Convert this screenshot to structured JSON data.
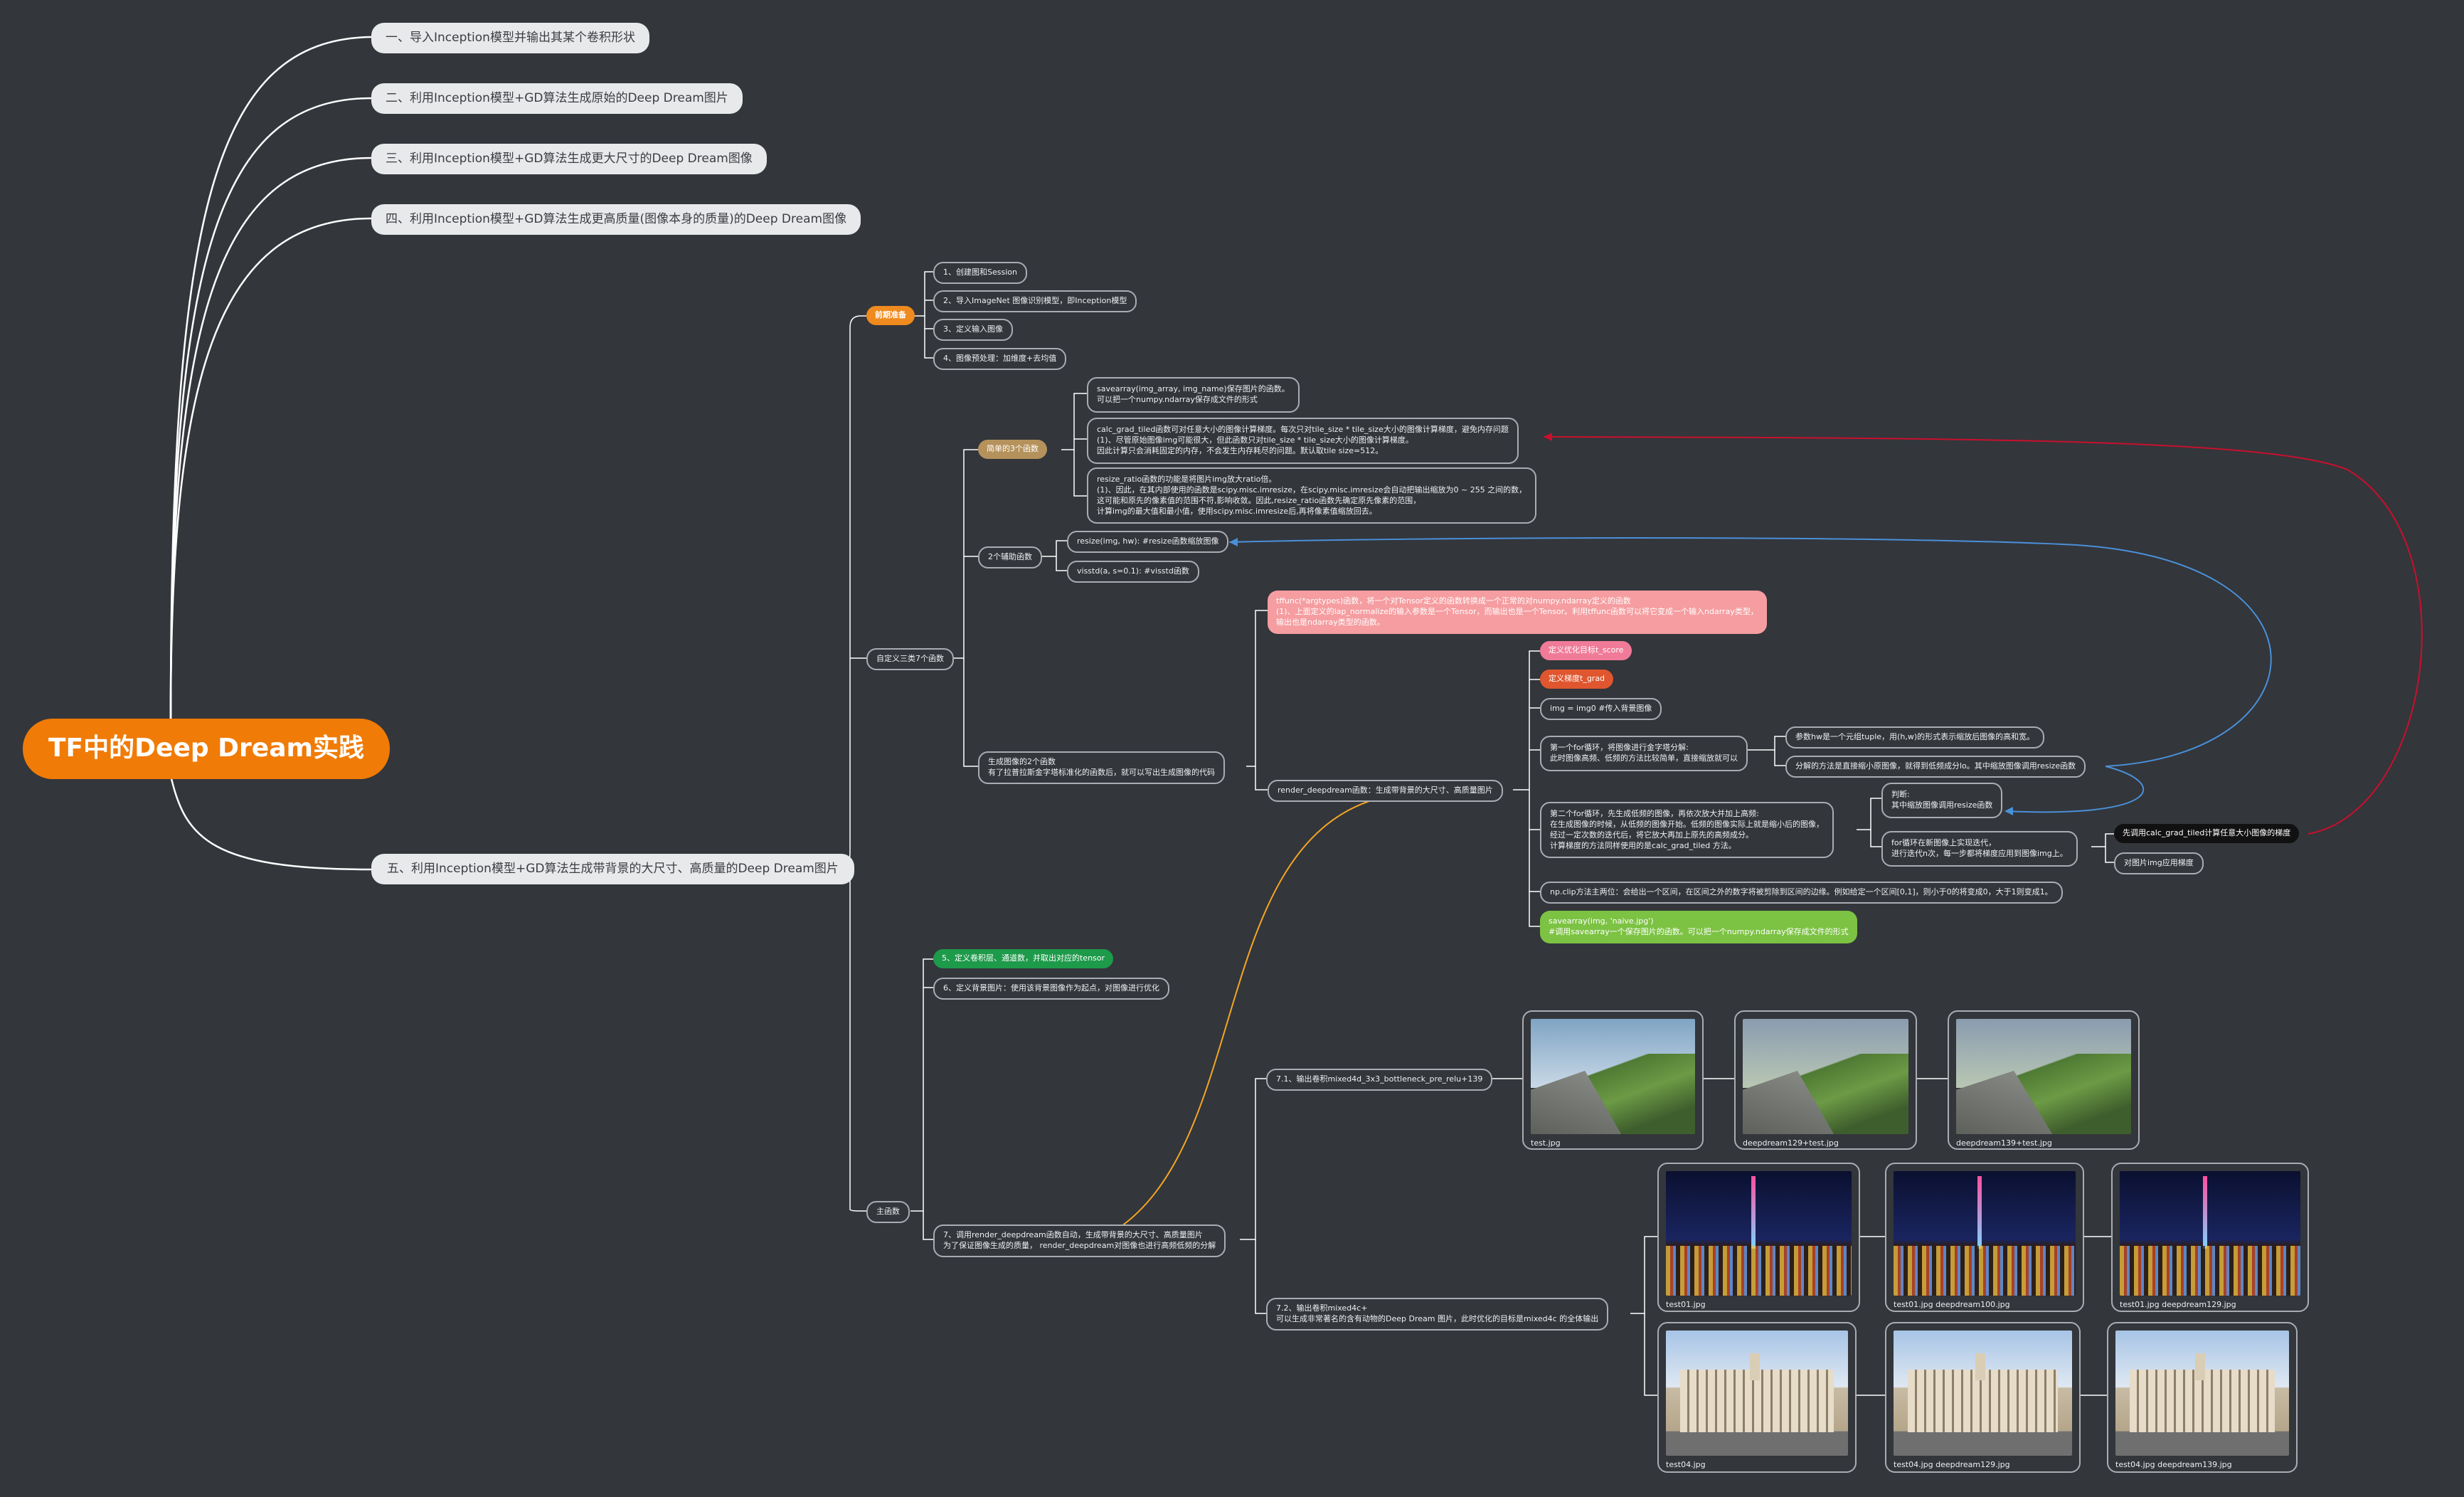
{
  "root": "TF中的Deep Dream实践",
  "top_sections": [
    "一、导入Inception模型并输出其某个卷积形状",
    "二、利用Inception模型+GD算法生成原始的Deep Dream图片",
    "三、利用Inception模型+GD算法生成更大尺寸的Deep Dream图像",
    "四、利用Inception模型+GD算法生成更高质量(图像本身的质量)的Deep Dream图像"
  ],
  "section5": "五、利用Inception模型+GD算法生成带背景的大尺寸、高质量的Deep Dream图片",
  "prep": {
    "label": "前期准备",
    "items": [
      "1、创建图和Session",
      "2、导入ImageNet 图像识别模型，即Inception模型",
      "3、定义输入图像",
      "4、图像预处理：加维度+去均值"
    ]
  },
  "custom": {
    "label": "自定义三类7个函数",
    "helper3": {
      "label": "简单的3个函数",
      "items": [
        "savearray(img_array, img_name)保存图片的函数。\n可以把一个numpy.ndarray保存成文件的形式",
        "calc_grad_tiled函数可对任意大小的图像计算梯度。每次只对tile_size * tile_size大小的图像计算梯度，避免内存问题\n(1)、尽管原始图像img可能很大，但此函数只对tile_size * tile_size大小的图像计算梯度。\n因此计算只会消耗固定的内存，不会发生内存耗尽的问题。默认取tile size=512。",
        "resize_ratio函数的功能是将图片img放大ratio倍。\n(1)、因此，在其内部使用的函数是scipy.misc.imresize，在scipy.misc.imresize会自动把输出缩放为0 ~ 255 之间的数，\n这可能和原先的像素值的范围不符,影响收敛。因此,resize_ratio函数先确定原先像素的范围，\n计算img的最大值和最小值，使用scipy.misc.imresize后,再将像素值缩放回去。"
      ]
    },
    "aux2": {
      "label": "2个辅助函数",
      "items": [
        "resize(img, hw): #resize函数缩放图像",
        "visstd(a, s=0.1): #visstd函数"
      ]
    },
    "gen2": {
      "label": "生成图像的2个函数\n有了拉普拉斯金字塔标准化的函数后，就可以写出生成图像的代码",
      "tffunc": "tffunc(*argtypes)函数，将一个对Tensor定义的函数转换成一个正常的对numpy.ndarray定义的函数\n(1)、上面定义的lap_normalize的输入参数是一个Tensor，而输出也是一个Tensor。利用tffunc函数可以将它变成一个输入ndarray类型，\n输出也是ndarray类型的函数。",
      "render": {
        "label": "render_deepdream函数：生成带背景的大尺寸、高质量图片",
        "items": [
          "定义优化目标t_score",
          "定义梯度t_grad",
          "img = img0 #传入背景图像",
          "第一个for循环，将图像进行金字塔分解:\n此时图像高频、低频的方法比较简单，直接缩放就可以",
          "第二个for循环，先生成低频的图像，再依次放大并加上高频:\n在生成图像的时候，从低频的图像开始。低频的图像实际上就是缩小后的图像，\n经过一定次数的迭代后，将它放大再加上原先的高频成分。\n计算梯度的方法同样使用的是calc_grad_tiled 方法。",
          "np.clip方法主两位：会给出一个区间，在区间之外的数字将被剪除到区间的边缘。例如给定一个区间[0,1]，则小于0的将变成0，大于1则变成1。",
          "savearray(img, 'naive.jpg')\n#调用savearray一个保存图片的函数。可以把一个numpy.ndarray保存成文件的形式"
        ],
        "for1_sub": [
          "参数hw是一个元组tuple，用(h,w)的形式表示缩放后图像的高和宽。",
          "分解的方法是直接缩小原图像，就得到低频成分lo。其中缩放图像调用resize函数"
        ],
        "for2_sub": [
          "判断:\n其中缩放图像调用resize函数",
          "for循环在新图像上实现迭代，\n进行迭代n次，每一步都将梯度应用到图像img上。"
        ],
        "for2_sub2": [
          "先调用calc_grad_tiled计算任意大小图像的梯度",
          "对图片img应用梯度"
        ]
      }
    }
  },
  "main_func": {
    "label": "主函数",
    "items": [
      "5、定义卷积层、通道数，并取出对应的tensor",
      "6、定义背景图片：使用该背景图像作为起点，对图像进行优化",
      "7、调用render_deepdream函数自动，生成带背景的大尺寸、高质量图片\n为了保证图像生成的质量， render_deepdream对图像也进行高频低频的分解"
    ],
    "sub71": {
      "label": "7.1、输出卷积mixed4d_3x3_bottleneck_pre_relu+139",
      "images": [
        "test.jpg",
        "deepdream129+test.jpg",
        "deepdream139+test.jpg"
      ]
    },
    "sub72": {
      "label": "7.2、输出卷积mixed4c+\n可以生成非常著名的含有动物的Deep Dream 图片，此时优化的目标是mixed4c 的全体输出",
      "images_row1": [
        "test01.jpg",
        "test01.jpg deepdream100.jpg",
        "test01.jpg deepdream129.jpg"
      ],
      "images_row2": [
        "test04.jpg",
        "test04.jpg deepdream129.jpg",
        "test04.jpg deepdream139.jpg"
      ]
    }
  },
  "colors": {
    "background": "#33363b",
    "root": "#f07b06",
    "link": "#ffffff",
    "arrow_red": "#c8102e",
    "arrow_blue": "#4a90d9",
    "arrow_orange": "#f5a623"
  }
}
